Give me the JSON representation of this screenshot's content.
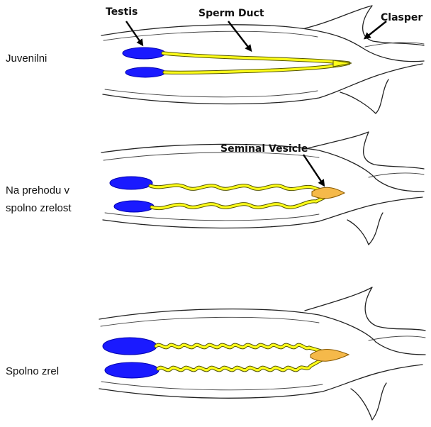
{
  "colors": {
    "testis": "#1a1aff",
    "sperm_duct": "#ffff1a",
    "seminal_vesicle": "#f5b94a",
    "outline": "#222222"
  },
  "labels": {
    "testis": "Testis",
    "sperm_duct": "Sperm Duct",
    "clasper": "Clasper",
    "seminal_vesicle": "Seminal Vesicle"
  },
  "stages": {
    "juvenile": [
      "Juvenilni"
    ],
    "transition": [
      "Na prehodu v",
      "spolno zrelost"
    ],
    "mature": [
      "Spolno zrel"
    ]
  }
}
